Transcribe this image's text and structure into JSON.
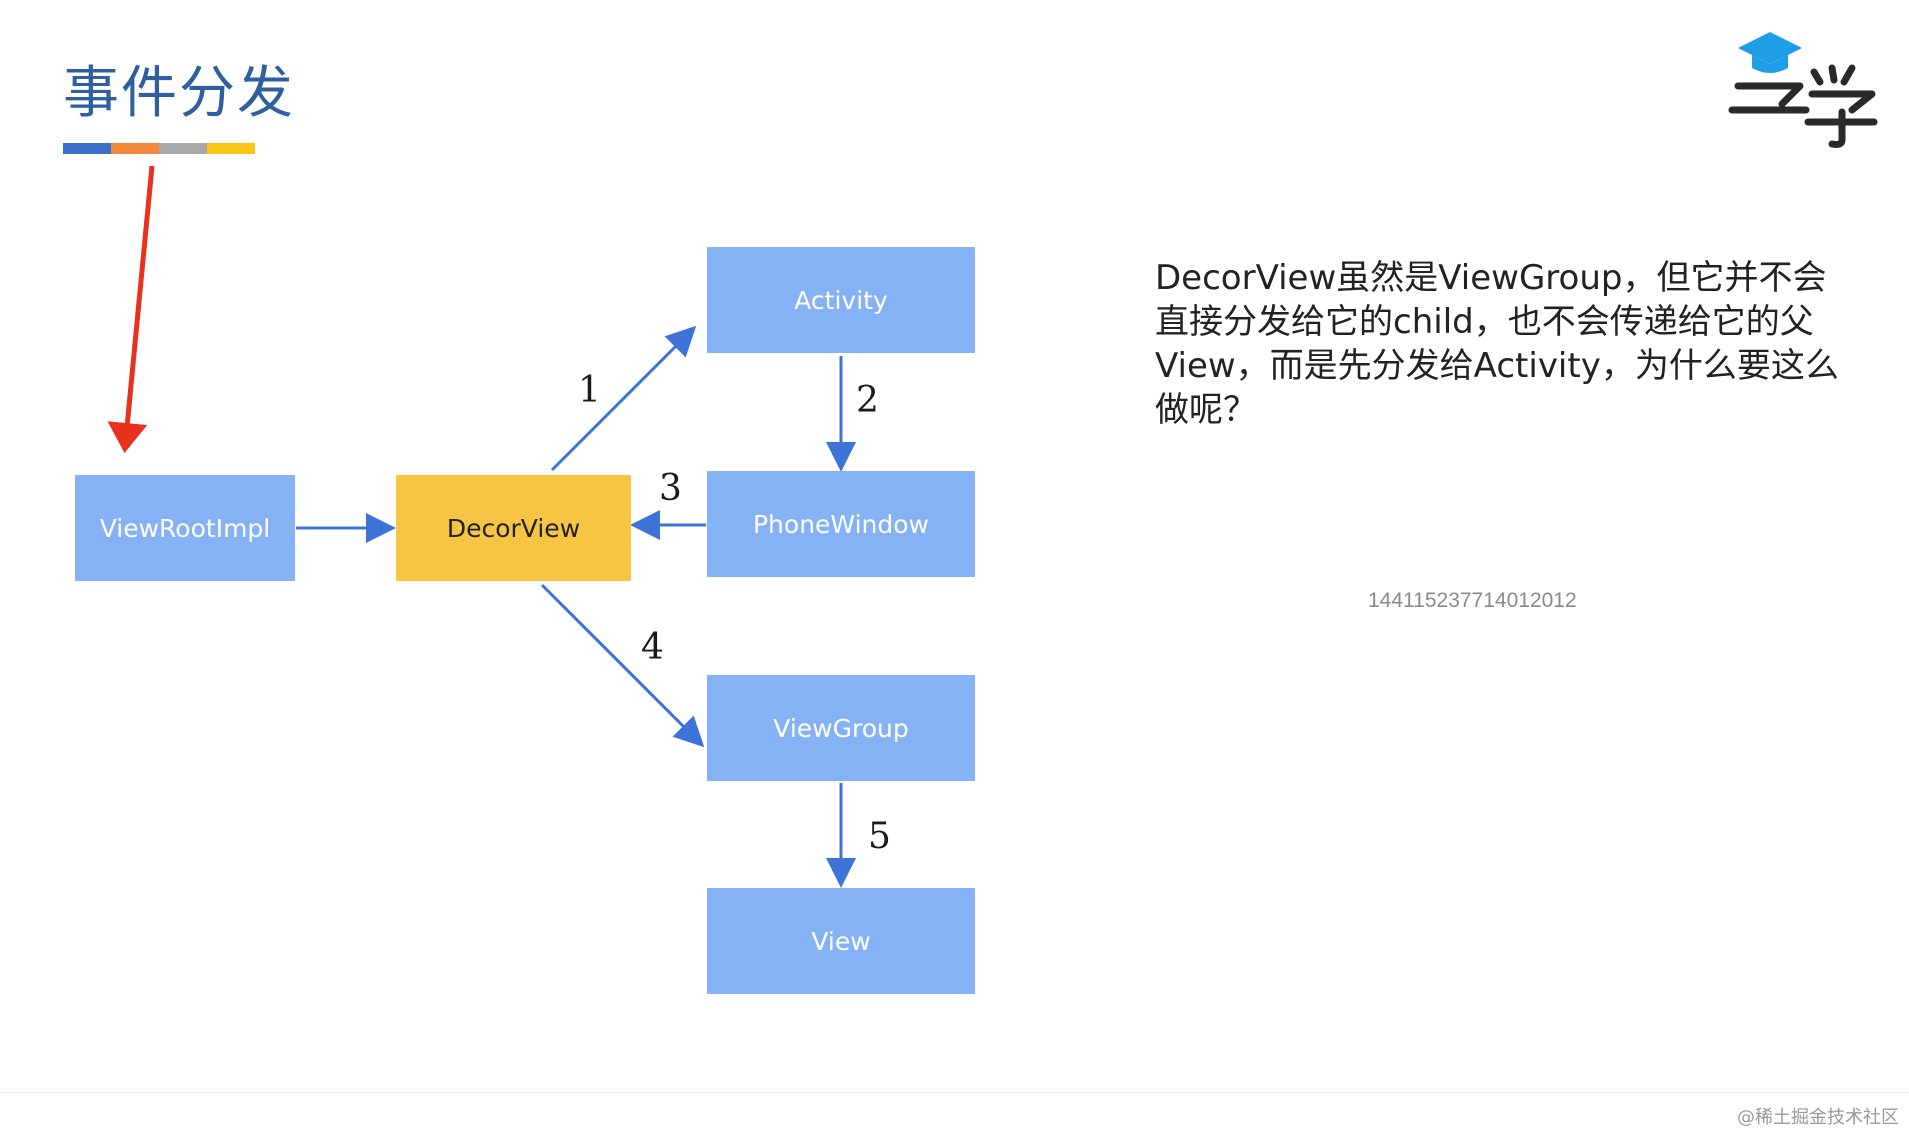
{
  "header": {
    "title": "事件分发",
    "accent_colors": [
      "#3b6fc8",
      "#f08a3c",
      "#a8a8a8",
      "#f7c516"
    ]
  },
  "logo": {
    "icon": "graduation-cap-icon",
    "text": "学"
  },
  "diagram": {
    "nodes": {
      "viewrootimpl": "ViewRootImpl",
      "decorview": "DecorView",
      "activity": "Activity",
      "phonewindow": "PhoneWindow",
      "viewgroup": "ViewGroup",
      "view": "View"
    },
    "steps": {
      "s1": "1",
      "s2": "2",
      "s3": "3",
      "s4": "4",
      "s5": "5"
    },
    "colors": {
      "box": "#84b2f4",
      "highlight": "#f8c444",
      "arrow": "#3d73d6",
      "pointer": "#e8321e"
    }
  },
  "description": "DecorView虽然是ViewGroup，但它并不会直接分发给它的child，也不会传递给它的父View，而是先分发给Activity，为什么要这么做呢？",
  "id_text": "144115237714012012",
  "watermark": "@稀土掘金技术社区"
}
